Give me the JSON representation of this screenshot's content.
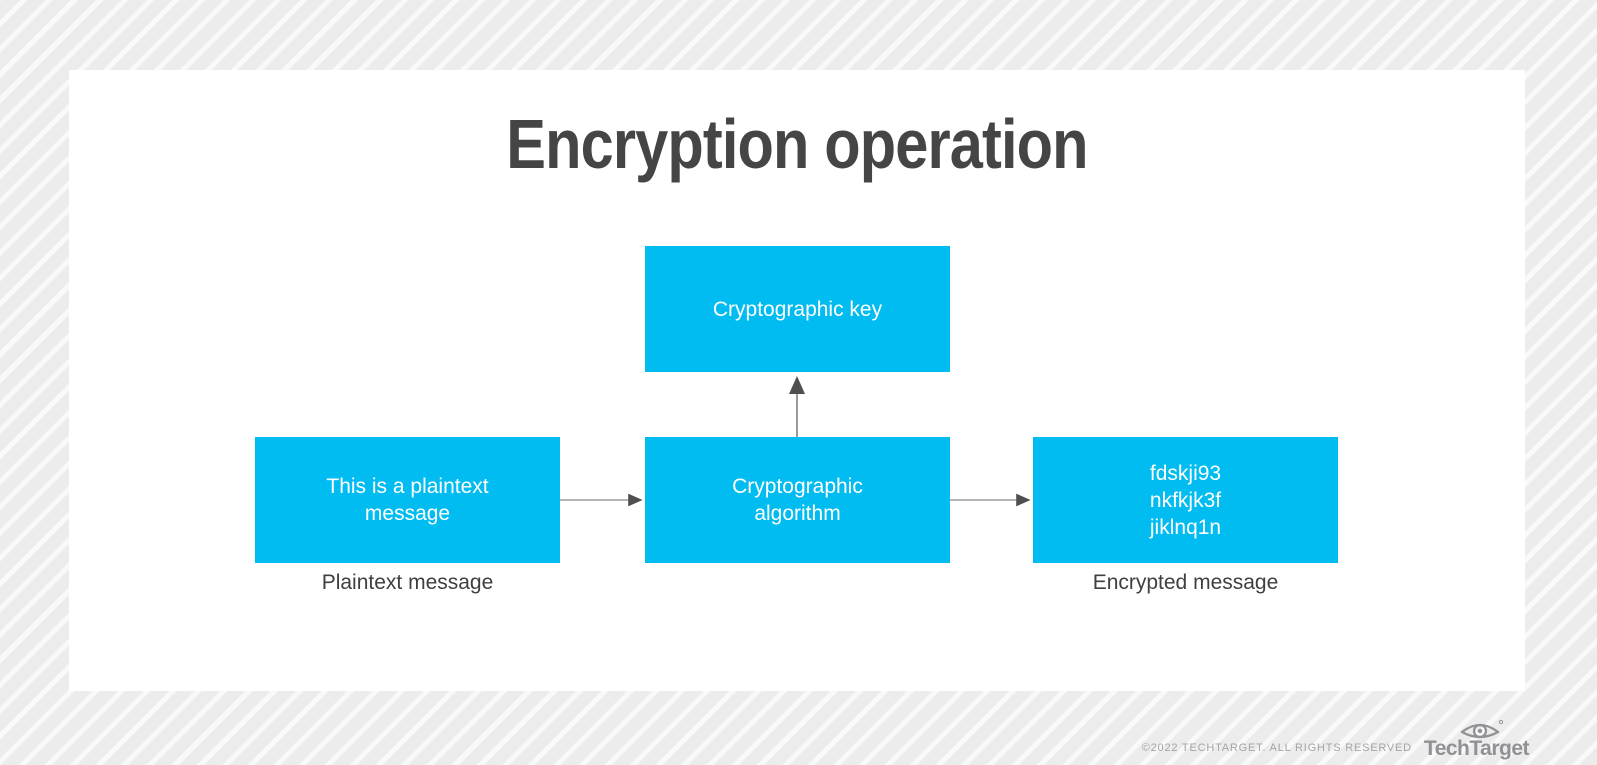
{
  "page": {
    "title": "Encryption operation"
  },
  "diagram": {
    "key_box": {
      "line1": "Cryptographic key"
    },
    "algorithm_box": {
      "line1": "Cryptographic",
      "line2": "algorithm"
    },
    "plaintext_box": {
      "line1": "This is a plaintext",
      "line2": "message"
    },
    "encrypted_box": {
      "line1": "fdskji93",
      "line2": "nkfkjk3f",
      "line3": "jiklnq1n"
    },
    "plaintext_caption": "Plaintext message",
    "encrypted_caption": "Encrypted message"
  },
  "footer": {
    "copyright": "©2022 TECHTARGET. ALL RIGHTS RESERVED",
    "brand": "TechTarget"
  },
  "colors": {
    "box_fill": "#00bcf0",
    "box_text": "#ffffff",
    "title_text": "#454545",
    "caption_text": "#3f3f3f",
    "arrow_line": "#9b9b9b",
    "arrow_head": "#4f4f4f",
    "panel_background": "#ffffff",
    "stripe_gray": "#ececec",
    "stripe_light": "#f9f9f9",
    "footer_text": "#a5a5a5",
    "brand_gray": "#8f9195"
  }
}
